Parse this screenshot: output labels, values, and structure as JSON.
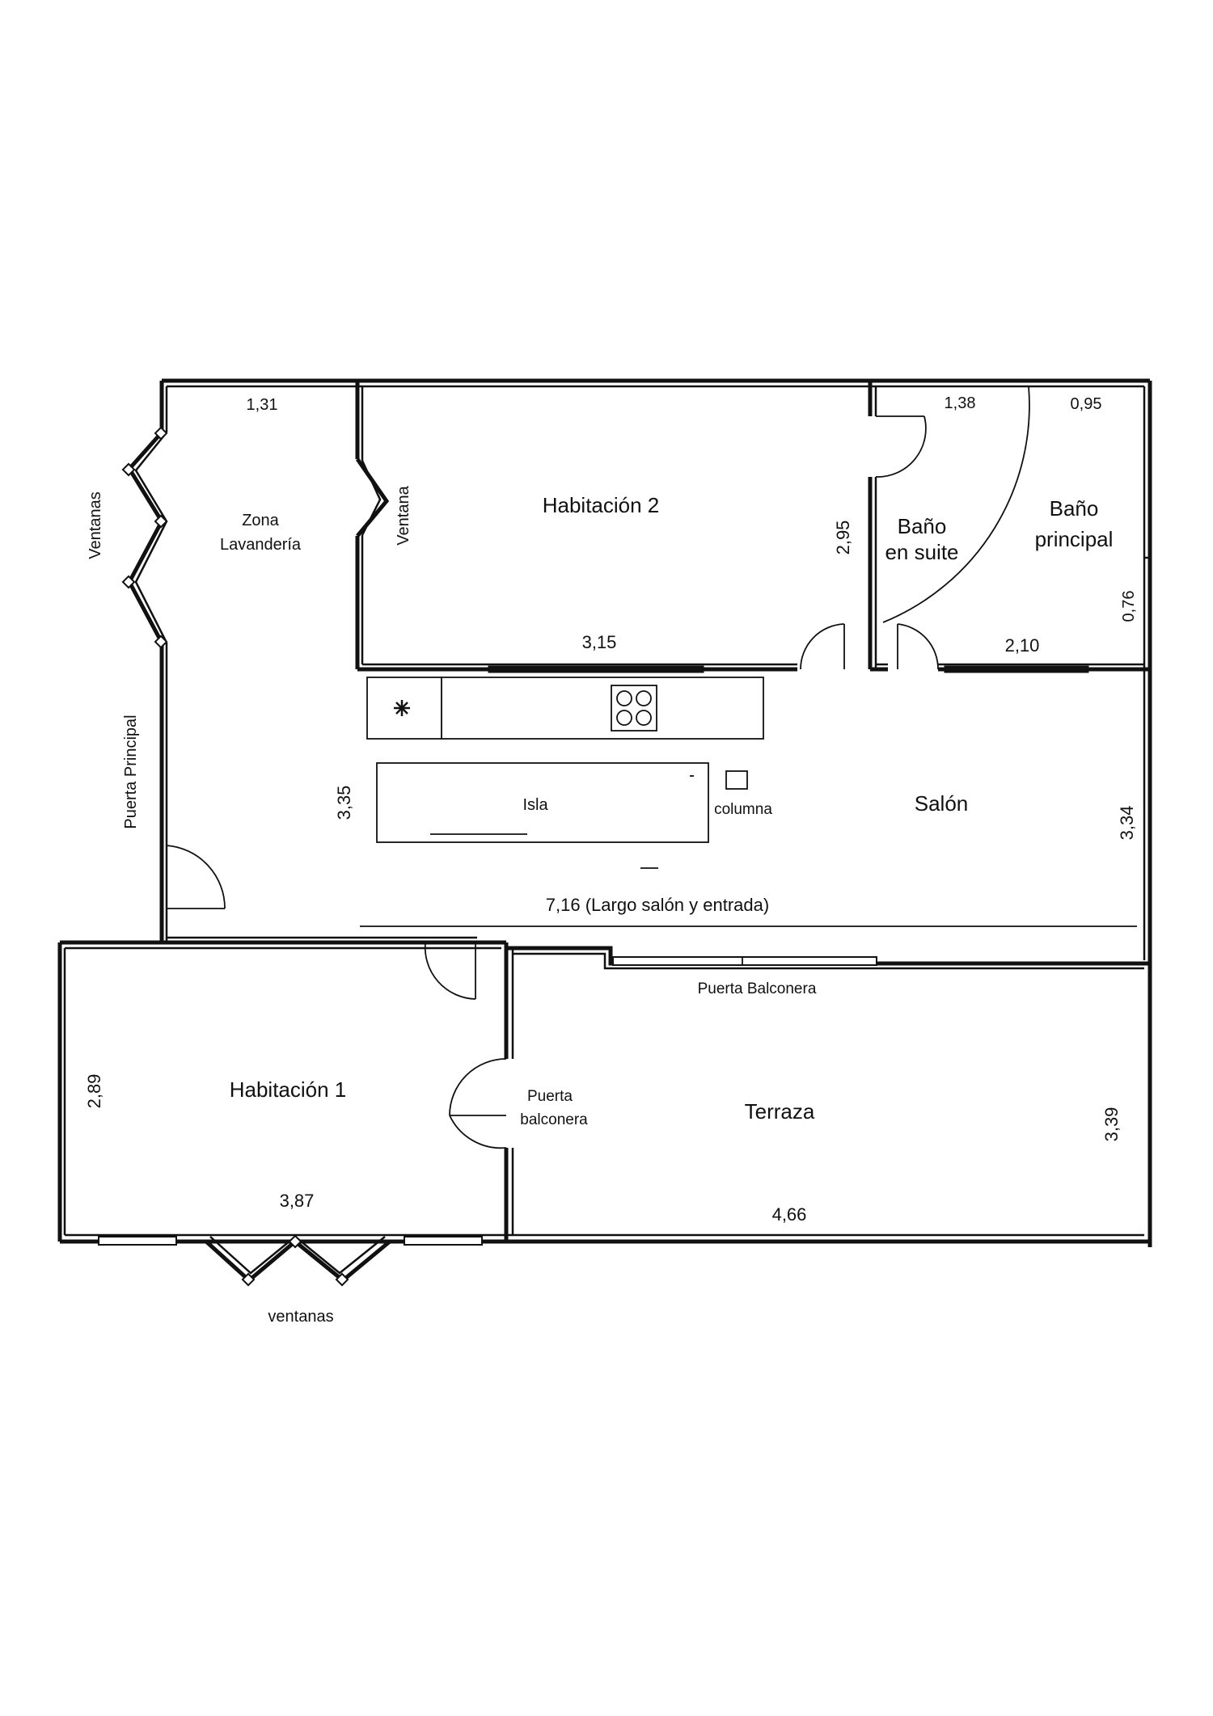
{
  "rooms": {
    "zona_lavanderia": {
      "line1": "Zona",
      "line2": "Lavandería"
    },
    "habitacion_2": "Habitación 2",
    "bano_en_suite": {
      "line1": "Baño",
      "line2": "en suite"
    },
    "bano_principal": {
      "line1": "Baño",
      "line2": "principal"
    },
    "salon": "Salón",
    "isla": "Isla",
    "columna": "columna",
    "habitacion_1": "Habitación 1",
    "terraza": "Terraza"
  },
  "openings": {
    "ventanas_left": "Ventanas",
    "ventana_hab2": "Ventana",
    "puerta_principal": "Puerta Principal",
    "puerta_balconera_salon": "Puerta Balconera",
    "puerta_balconera_hab1": {
      "line1": "Puerta",
      "line2": "balconera"
    },
    "ventanas_bottom": "ventanas"
  },
  "dimensions": {
    "lavanderia_width": "1,31",
    "hab2_width": "3,15",
    "hab2_height": "2,95",
    "suite_width": "1,38",
    "principal_width": "0,95",
    "principal_height": "0,76",
    "bath_bottom_width": "2,10",
    "kitchen_depth": "3,35",
    "salon_height": "3,34",
    "salon_length": "7,16 (Largo salón y entrada)",
    "hab1_height": "2,89",
    "hab1_width": "3,87",
    "terraza_width": "4,66",
    "terraza_height": "3,39"
  },
  "icons": {
    "freezer": "snowflake-icon",
    "cooktop": "cooktop-icon"
  }
}
